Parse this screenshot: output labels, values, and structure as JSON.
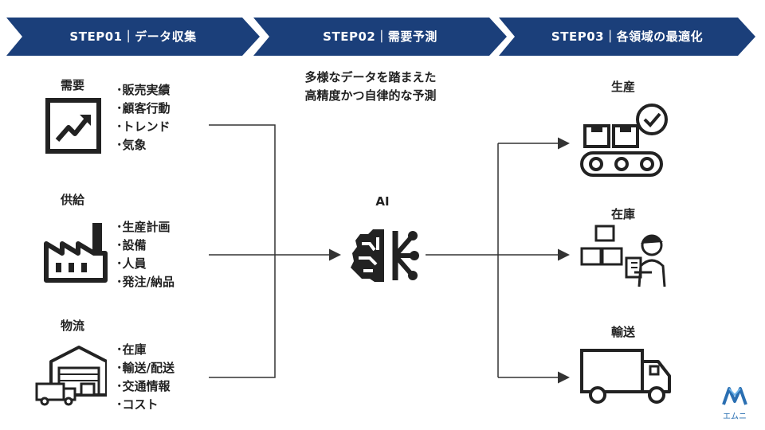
{
  "steps": [
    {
      "label": "STEP01｜データ収集"
    },
    {
      "label": "STEP02｜需要予測"
    },
    {
      "label": "STEP03｜各領域の最適化"
    }
  ],
  "colors": {
    "step_blue": "#1b3f7a",
    "line": "#333333",
    "logo": "#2a6fb2"
  },
  "inputs": [
    {
      "title": "需要",
      "icon": "trend-chart-icon",
      "items": [
        "販売実績",
        "顧客行動",
        "トレンド",
        "気象"
      ]
    },
    {
      "title": "供給",
      "icon": "factory-icon",
      "items": [
        "生産計画",
        "設備",
        "人員",
        "発注/納品"
      ]
    },
    {
      "title": "物流",
      "icon": "warehouse-truck-icon",
      "items": [
        "在庫",
        "輸送/配送",
        "交通情報",
        "コスト"
      ]
    }
  ],
  "ai": {
    "description_line1": "多様なデータを踏まえた",
    "description_line2": "高精度かつ自律的な予測",
    "label": "AI",
    "icon": "ai-brain-icon"
  },
  "outputs": [
    {
      "title": "生産",
      "icon": "conveyor-icon"
    },
    {
      "title": "在庫",
      "icon": "worker-boxes-icon"
    },
    {
      "title": "輸送",
      "icon": "delivery-truck-icon"
    }
  ],
  "logo": {
    "text": "エムニ",
    "icon": "emuni-logo-icon"
  }
}
